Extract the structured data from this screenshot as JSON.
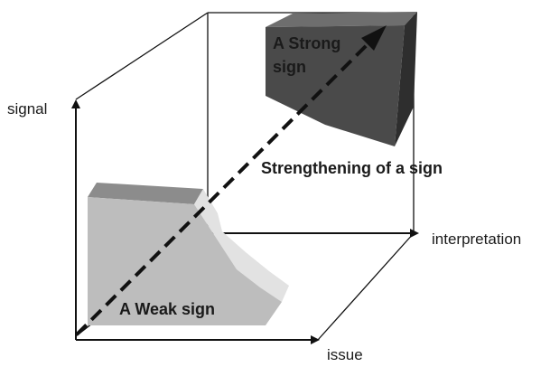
{
  "axes": {
    "signal": "signal",
    "interpretation": "interpretation",
    "issue": "issue"
  },
  "labels": {
    "strong_line1": "A Strong",
    "strong_line2": "sign",
    "strengthening": "Strengthening of a sign",
    "weak": "A Weak sign"
  },
  "colors": {
    "strong_front": "#4a4a4a",
    "strong_top": "#6e6e6e",
    "strong_side": "#2e2e2e",
    "weak_front": "#bdbdbd",
    "weak_top": "#8c8c8c",
    "weak_side": "#e2e2e2",
    "lines": "#111111",
    "strong_text": "#ffffff",
    "text": "#1a1a1a"
  }
}
